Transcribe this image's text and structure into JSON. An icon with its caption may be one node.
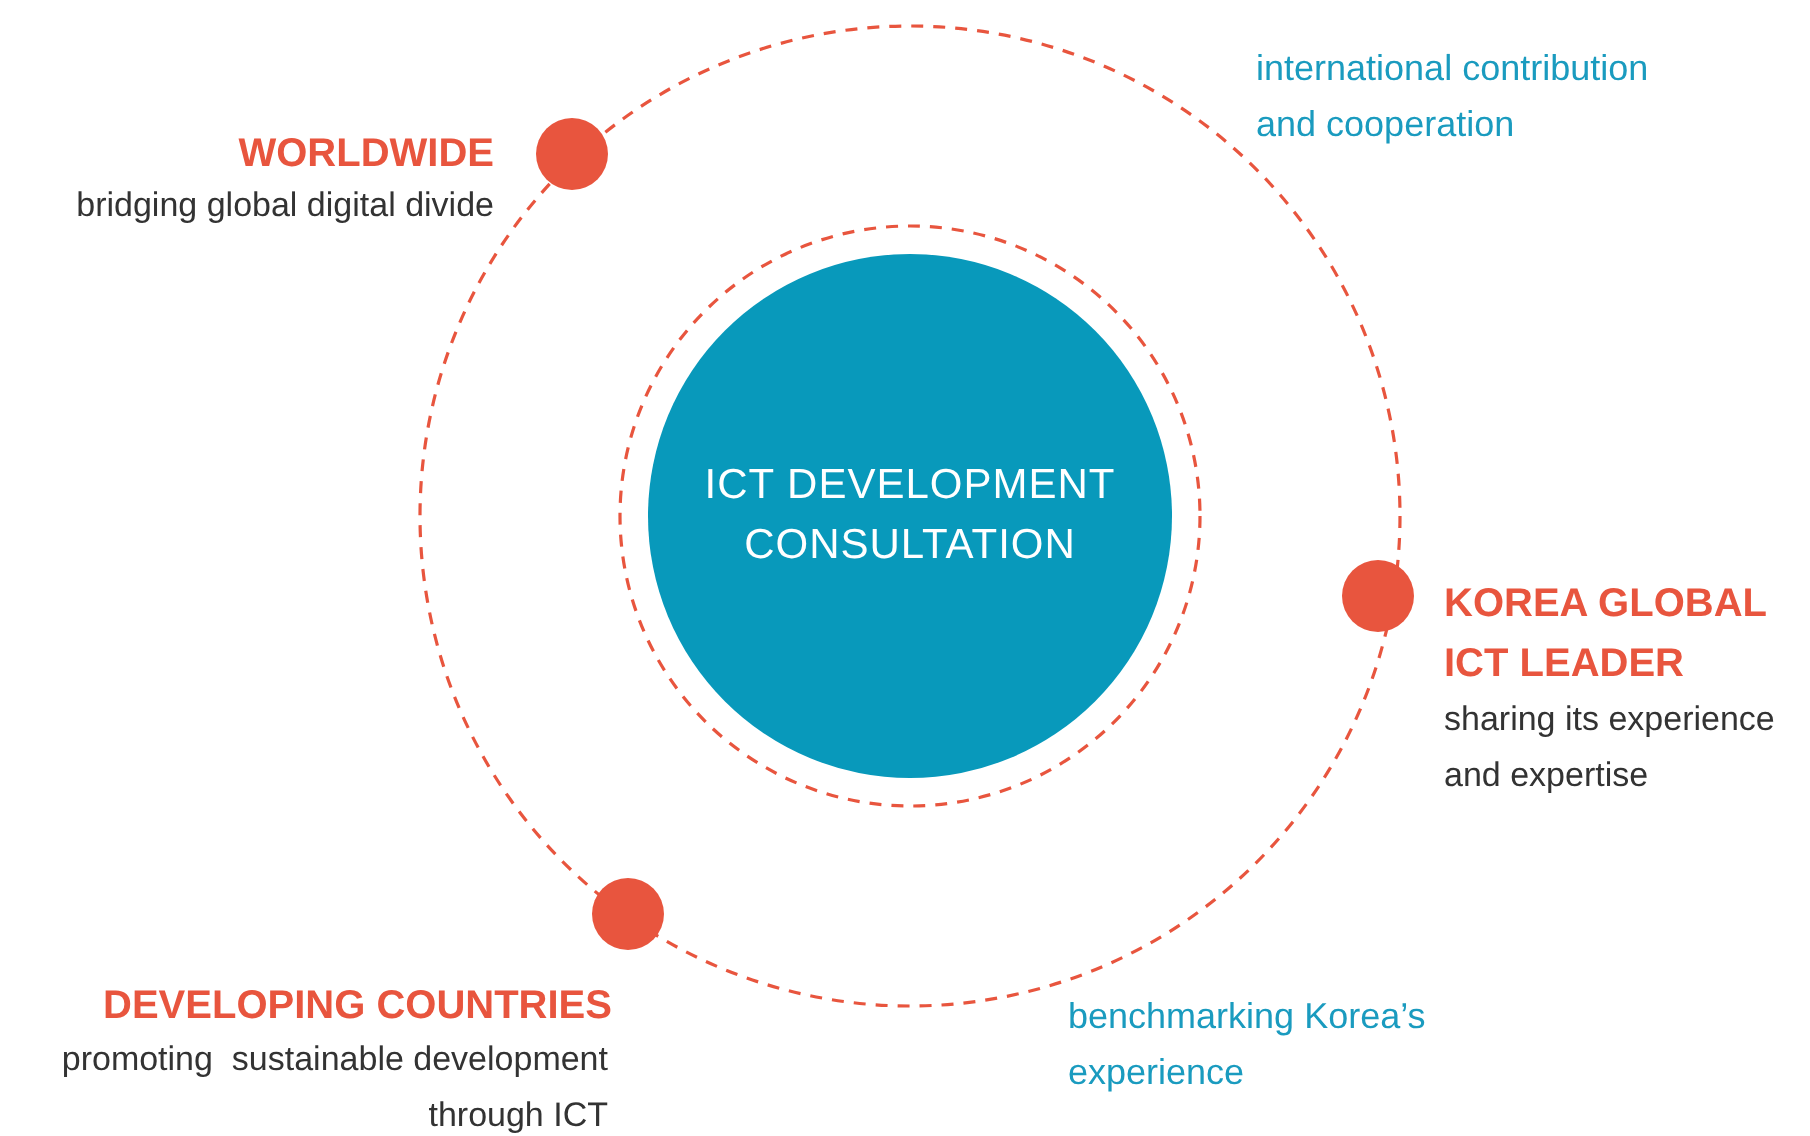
{
  "diagram": {
    "nodes": [
      {
        "text": [
          "ICT DEVELOPMENT CONSULTATION"
        ]
      },
      {
        "text": [
          "WORLDWIDE",
          "bridging global digital divide"
        ]
      },
      {
        "text": [
          "KOREA GLOBAL ICT LEADER",
          "sharing its experience and expertise"
        ]
      },
      {
        "text": [
          "DEVELOPING COUNTRIES",
          "promoting  sustainable development through ICT"
        ]
      }
    ],
    "labels": [
      "international contribution and cooperation",
      "benchmarking Korea’s experience"
    ]
  }
}
